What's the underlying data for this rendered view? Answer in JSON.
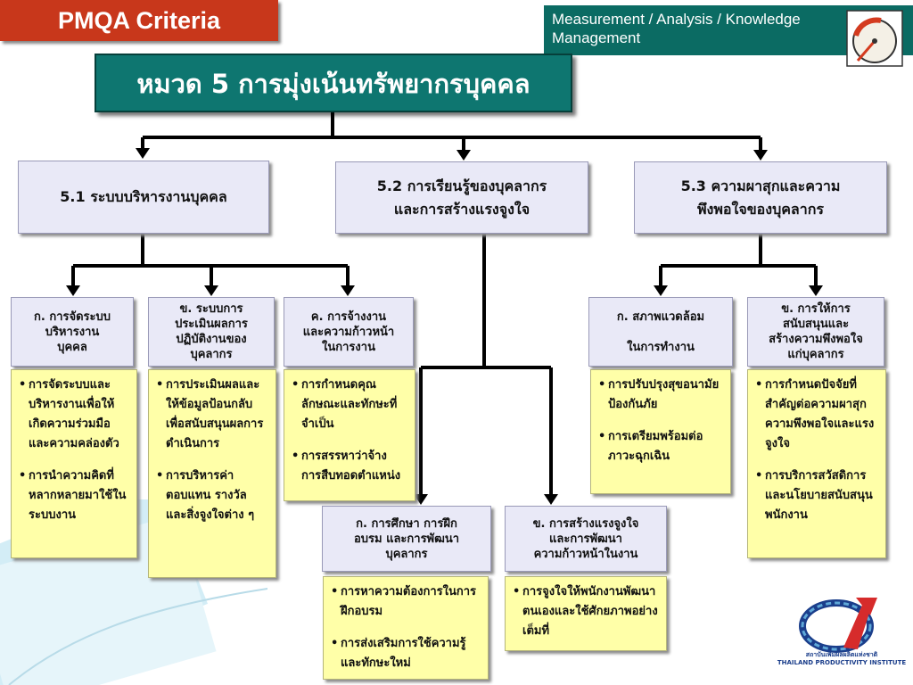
{
  "header": {
    "tab_title": "PMQA Criteria",
    "banner_lines": [
      "Measurement / Analysis / Knowledge",
      "Management"
    ],
    "icon": "gauge-icon"
  },
  "main_title": "หมวด 5 การมุ่งเน้นทรัพยากรบุคคล",
  "categories": [
    {
      "label": "5.1 ระบบบริหารงานบุคคล"
    },
    {
      "label": "5.2 การเรียนรู้ของบุคลากร\nและการสร้างแรงจูงใจ"
    },
    {
      "label": "5.3 ความผาสุกและความ\nพึงพอใจของบุคลากร"
    }
  ],
  "subs": [
    {
      "label": "ก. การจัดระบบ\nบริหารงาน\nบุคคล",
      "items": [
        "การจัดระบบและบริหารงานเพื่อให้เกิดความร่วมมือ และความคล่องตัว",
        "การนำความคิดที่หลากหลายมาใช้ในระบบงาน"
      ]
    },
    {
      "label": "ข. ระบบการ\nประเมินผลการ\nปฏิบัติงานของ\nบุคลากร",
      "items": [
        "การประเมินผลและให้ข้อมูลป้อนกลับเพื่อสนับสนุนผลการดำเนินการ",
        "การบริหารค่าตอบแทน รางวัล และสิ่งจูงใจต่าง ๆ"
      ]
    },
    {
      "label": "ค. การจ้างงาน\nและความก้าวหน้า\nในการงาน",
      "items": [
        "การกำหนดคุณ ลักษณะและทักษะที่จำเป็น",
        "การสรรหาว่าจ้าง การสืบทอดตำแหน่ง"
      ]
    },
    {
      "label": "ก. การศึกษา การฝึก\nอบรม และการพัฒนา\nบุคลากร",
      "items": [
        "การหาความต้องการในการฝึกอบรม",
        "การส่งเสริมการใช้ความรู้และทักษะใหม่"
      ]
    },
    {
      "label": "ข. การสร้างแรงจูงใจ\nและการพัฒนา\nความก้าวหน้าในงาน",
      "items": [
        "การจูงใจให้พนักงานพัฒนาตนเองและใช้ศักยภาพอย่างเต็มที่"
      ]
    },
    {
      "label": "ก. สภาพแวดล้อม\n\nในการทำงาน",
      "items": [
        "การปรับปรุงสุขอนามัย ป้องกันภัย",
        "การเตรียมพร้อมต่อภาวะฉุกเฉิน"
      ]
    },
    {
      "label": "ข. การให้การ\nสนับสนุนและ\nสร้างความพึงพอใจ\nแก่บุคลากร",
      "items": [
        "การกำหนดปัจจัยที่สำคัญต่อความผาสุกความพึงพอใจและแรงจูงใจ",
        "การบริการสวัสดิการ และนโยบายสนับสนุนพนักงาน"
      ]
    }
  ],
  "logo": {
    "caption_th": "สถาบันเพิ่มผลผลิตแห่งชาติ",
    "caption_en": "THAILAND PRODUCTIVITY INSTITUTE"
  },
  "colors": {
    "header_tab": "#c8371b",
    "banner": "#0b6b63",
    "main_box": "#0e7670",
    "category": "#e9e9f7",
    "detail": "#ffffa8",
    "connector": "#000000"
  }
}
